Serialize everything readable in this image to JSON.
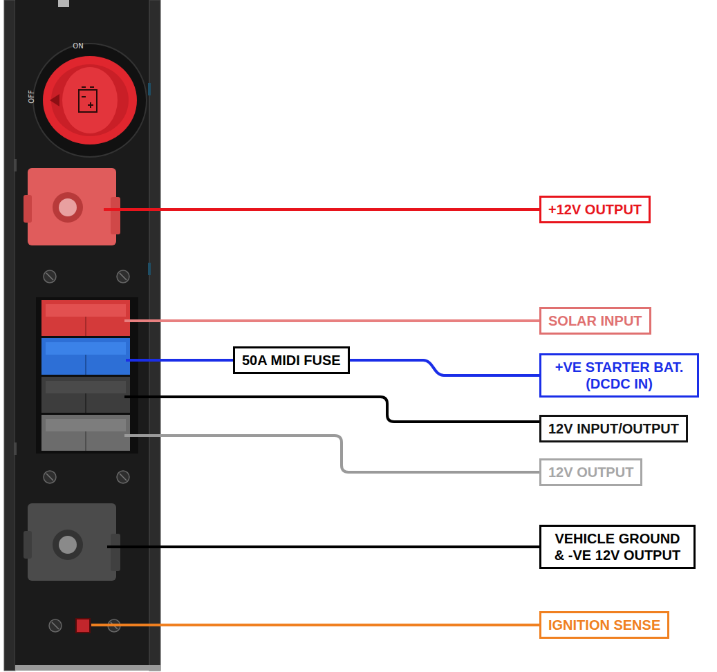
{
  "diagram": {
    "nodes": [
      {
        "text": [
          "+12V OUTPUT"
        ]
      },
      {
        "text": [
          "SOLAR INPUT"
        ]
      },
      {
        "text": [
          "50A MIDI FUSE"
        ]
      },
      {
        "text": [
          "+VE STARTER BAT. (DCDC IN)"
        ]
      },
      {
        "text": [
          "12V INPUT/OUTPUT"
        ]
      },
      {
        "text": [
          "12V OUTPUT"
        ]
      },
      {
        "text": [
          "VEHICLE GROUND & -VE 12V OUTPUT"
        ]
      },
      {
        "text": [
          "IGNITION SENSE"
        ]
      }
    ],
    "edges": [
      {
        "from": 2,
        "to": 3,
        "arrow": "none"
      }
    ],
    "labels": [
      "ON",
      "OFF"
    ]
  }
}
